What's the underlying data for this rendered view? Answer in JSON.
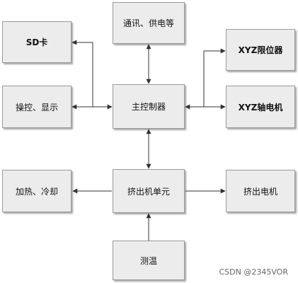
{
  "blocks": {
    "comm_power": "通讯、供电等",
    "sd_card": "SD卡",
    "xyz_limit": "XYZ限位器",
    "controls_display": "操控、显示",
    "main_controller": "主控制器",
    "xyz_motor": "XYZ轴电机",
    "heat_cool": "加热、冷却",
    "extruder_unit": "挤出机单元",
    "extruder_motor": "挤出电机",
    "temp_sensor": "测温"
  },
  "watermark": "CSDN @2345VOR",
  "colors": {
    "line": "#333333",
    "box_fill": "#ececec",
    "box_border": "#9a9a9a"
  }
}
